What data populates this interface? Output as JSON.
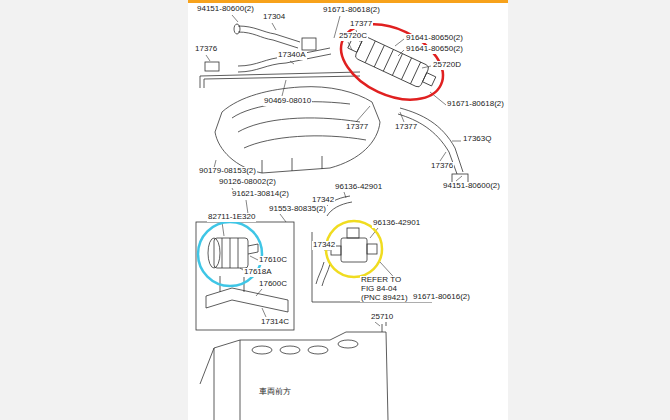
{
  "diagram": {
    "labels": [
      "94151-80600(2)",
      "17304",
      "91671-80618(2)",
      "17377",
      "25720C",
      "91641-80650(2)",
      "91641-80650(2)",
      "17376",
      "17340A",
      "25720D",
      "90469-08010",
      "91671-80618(2)",
      "17377",
      "17377",
      "17363Q",
      "17376",
      "90179-08153(2)",
      "94151-80600(2)",
      "90126-08002(2)",
      "96136-42901",
      "91621-30814(2)",
      "17342",
      "91553-80835(2)",
      "96136-42901",
      "82711-1E320",
      "17342",
      "17610C",
      "17618A",
      "17600C",
      "REFER TO FIG 84-04 (PNC 89421)",
      "91671-80616(2)",
      "25710",
      "17314C",
      "車両前方"
    ]
  }
}
